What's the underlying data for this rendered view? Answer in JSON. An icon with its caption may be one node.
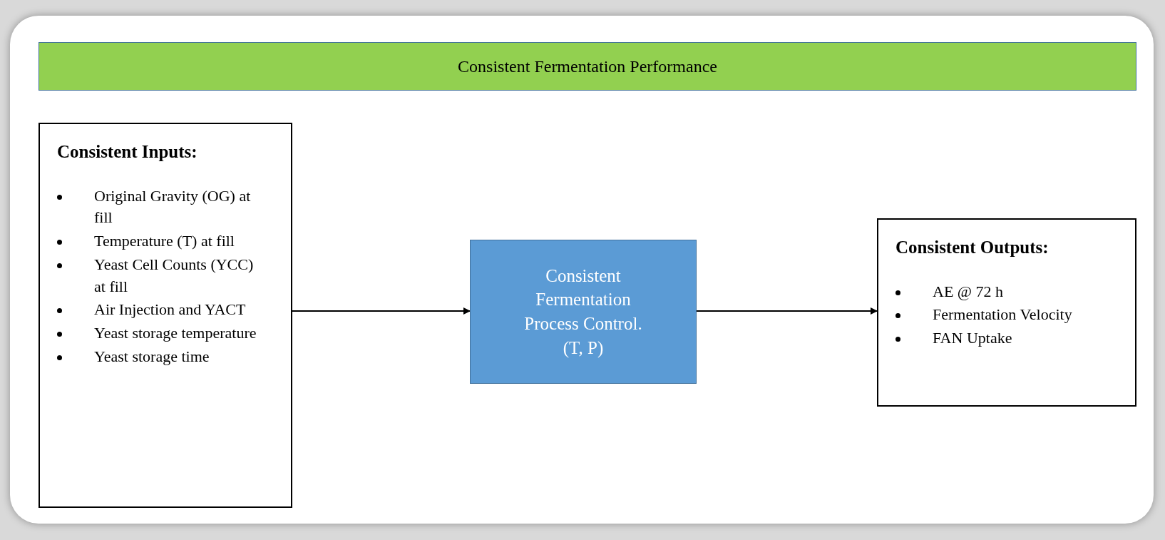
{
  "diagram": {
    "nodes": [
      {
        "text": [
          "Consistent Fermentation Performance"
        ]
      },
      {
        "text": [
          "Consistent Inputs:",
          "Original Gravity (OG) at fill",
          "Temperature (T) at fill",
          "Yeast Cell Counts (YCC) at fill",
          "Air Injection and YACT",
          "Yeast storage temperature",
          "Yeast storage time"
        ]
      },
      {
        "text": [
          "Consistent Fermentation Process Control. (T, P)"
        ]
      },
      {
        "text": [
          "Consistent Outputs:",
          "AE @ 72 h",
          "Fermentation Velocity",
          "FAN Uptake"
        ]
      }
    ],
    "edges": [
      {
        "from": 1,
        "to": 2,
        "arrow": "to"
      },
      {
        "from": 2,
        "to": 3,
        "arrow": "to"
      }
    ]
  }
}
